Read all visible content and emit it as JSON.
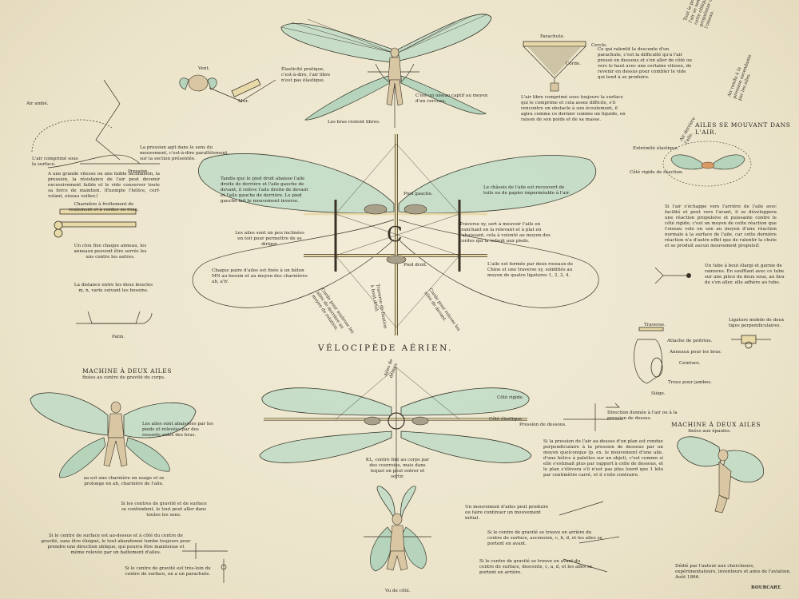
{
  "title": "VÉLOCIPÈDE AÉRIEN.",
  "headings": {
    "machine_left": "MACHINE À DEUX AILES",
    "machine_left_sub": "fixées au centre de gravité du corps.",
    "ailes_air": "AILES SE MOUVANT DANS L'AIR.",
    "machine_right": "MACHINE À DEUX AILES",
    "machine_right_sub": "fixées aux épaules."
  },
  "labels": {
    "vent": "Vent.",
    "mur": "Mur.",
    "elasticite": "Élasticité pratique, c'est-à-dire, l'air libre n'est pas élastique.",
    "bras_restent_libres": "Les bras restent libres.",
    "parachute": "Parachute.",
    "corde": "Corde.",
    "cercle": "Cercle.",
    "air_ambe": "Air ambé.",
    "air_comprime": "L'air comprimé sous la surface.",
    "pression": "Pression.",
    "pied_gauche": "Pied gauche.",
    "pied_droit": "Pied droit.",
    "cote_rigide": "Côté rigide.",
    "cote_elastique": "Côté élastique.",
    "pression_dessous": "Pression de dessous.",
    "direction": "Direction donnée à l'air ou à la pression de dessus.",
    "extremite_elastique": "Extrémité élastique.",
    "cote_rigide_reaction": "Côté rigide de réaction.",
    "traverse": "Traverse.",
    "attache_poitrine": "Attache de poitrine.",
    "anneaux_bras": "Anneaux pour les bras.",
    "ceinture": "Ceinture.",
    "trous_jambes": "Trous pour jambes.",
    "siege": "Siège.",
    "patin": "Patin.",
    "ligature": "Ligature mobile de deux tiges perpendiculaires.",
    "vu_de_cote": "Vu de côté.",
    "bourcart": "BOURCART."
  },
  "texts": {
    "une_grande_vitesse": "A une grande vitesse ou une faible inclinaison, la pression, la résistance de l'air peut devenir excessivement faible et le vide conserver toute sa force de maintien. (Exemple l'hélice, cerf-volant, oiseau voilier.)",
    "pression_air": "La pression agit dans le sens du mouvement, c'est-à-dire parallèlement sur la section présentée.",
    "charniere": "Charnière à frottement de roulement et à cordes ou roue.",
    "cloue": "Un clou fixe chaque anneau, les anneaux peuvent être serrés les uns contre les autres.",
    "distance": "La distance entre les deux boucles m, n, varie suivant les besoins.",
    "tandis": "Tandis que le pied droit abaisse l'aile droite de derrière et l'aile gauche de devant, il relève l'aile droite de devant et l'aile gauche de derrière. Le pied gauche fait le mouvement inverse.",
    "ailes_inclinees": "Les ailes sont un peu inclinées en toit pour permettre de se diriger.",
    "chaque_paire": "Chaque paire d'ailes est fixée à un bâton MN au besoin et au moyen des charnières ab, a'b'.",
    "chassis": "Le châssis de l'aile est recouvert de toile ou de papier imperméable à l'air.",
    "traverse_xy": "Traverse xy, sert à mouvoir l'aile en tranchant en la relevant et à plat en l'abaissant, cela à volonté au moyen des cordes qui la relient aux pieds.",
    "aile_formee": "L'aile est formée par deux roseaux de Chine et une traverse xy, solidifiés au moyen de quatre ligatures 1, 2, 3, 4.",
    "cest_un_oiseau": "C'est un oiseau captif au moyen d'un cerceau.",
    "ce_qui_ralentit": "Ce qui ralentit la descente d'un parachute, c'est la difficulté qu'a l'air pressé en dessous et s'en aller de côté ou vers le haut avec une certaine vitesse, de revenir en dessus pour combler le vide qui tend à se produire.",
    "lair_libre": "L'air libre comprimé sous toujours la surface qui le comprime et cela assez difficile, s'il rencontre un obstacle à son écoulement, il agira comme ce dernier comme un liquide, en raison de son poids et de sa masse.",
    "si_lair": "Si l'air s'échappe vers l'arrière de l'aile avec facilité et peut vers l'avant, il se développera une réaction propulsive et puissante contre le côté rigide; c'est un moyen de cette réaction que l'oiseau vole en son au moyen d'une réaction normale à la surface de l'aile, car cette dernière réaction n'a d'autre effet que de ralentir la chute et se produit aucun mouvement propulsif.",
    "tube": "Un tube à bout élargi et garnie de rainures. En soufflant avec ce tube sur une pièce de deux sous, au lieu de s'en aller, elle adhère au tube.",
    "ailes_abaissees": "Les ailes sont abaissées par les pieds et relevées par des ressorts aidés des bras.",
    "aa_charniere": "aa est une charnière en usage et se prolonge en ab, charnière de l'aile.",
    "centre_gravite_confondent": "Si les centres de gravité et de surface se confondent, le tout peut aller dans toutes les sens.",
    "centre_surface_au_dessus": "Si le centre de surface est au-dessus et à côté du centre de gravité, sans être éloigné, le tout abandonné tombe toujours pour prendre une direction oblique, qui pourra être maintenue et même relevée par un battement d'ailes.",
    "centre_gravite_tres_loin": "Si le centre de gravité est très-loin du centre de surface, on a un parachute.",
    "kl": "KL, centre fixé au corps par des courroies, mais dans lequel on peut entrer et sortir.",
    "mouvement": "Un mouvement d'ailes peut produire ou faire continuer un mouvement initial.",
    "si_pression": "Si la pression de l'air au-dessus d'un plan est rendue perpendiculaire à la pression de dessous par un moyen quelconque (p. ex. le mouvement d'une aile, d'une hélice à palettes sur un objet), c'est comme si elle s'estimait plus par rapport à celle de dessous, et le plan s'élèvera s'il n'est pas plus lourd que 1 kilo par centimètre carré, et il s'ello contraire.",
    "centre_arriere": "Si le centre de gravité se trouve en arrière du centre de surface, ascension, c, b, d, et les ailes se portent en avant.",
    "centre_avant": "Si le centre de gravité se trouve en avant du centre de surface, descente, c, a, d, et les ailes se portent en arrière.",
    "dedie": "Dédié par l'auteur aux chercheurs, expérimentateurs, inventeurs et amis de l'aviation. Août 1866.",
    "hirondelle": "Tout le pouvoir en vitesse de l'air se sent-il, n'apparaît vers cette oblique qui est le propulseur des ailes de l'oiseau.",
    "air_rendu": "Air rendu à la pression ascendante par les ailes.",
    "air_derriere": "Air derrière l'aile.",
    "corde_droite": "Corde pour relever les ailes de devant.",
    "ailes_dessus": "Ailes de dessus.",
    "droite_fixee": "Corde pour soulever les ailes de derrière au moyen de rotation.",
    "traverse_fixe": "Traverse de fixation à bout droit."
  },
  "colors": {
    "paper": "#efe8d2",
    "wing": "#b9d9c4",
    "ink": "#2e2a24",
    "bamboo": "#e8d9a8"
  }
}
